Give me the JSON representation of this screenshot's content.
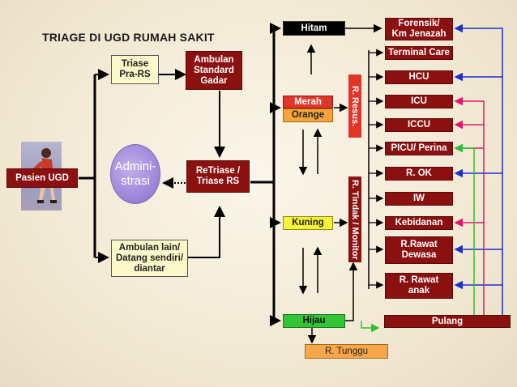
{
  "title": "TRIAGE DI UGD RUMAH SAKIT",
  "nodes": {
    "pasien": "Pasien UGD",
    "triase_pra": "Triase\nPra-RS",
    "ambulan_standard": "Ambulan\nStandard\nGadar",
    "administrasi": "Admini-\nstrasi",
    "retriase": "ReTriase /\nTriase RS",
    "ambulan_lain": "Ambulan lain/\nDatang sendiri/\ndiantar",
    "hitam": "Hitam",
    "merah": "Merah",
    "orange": "Orange",
    "kuning": "Kuning",
    "hijau": "Hijau",
    "tunggu": "R. Tunggu",
    "resus": "R. Resus.",
    "tindak": "R. Tindak / Monitor"
  },
  "destinations": [
    "Forensik/\nKm Jenazah",
    "Terminal Care",
    "HCU",
    "ICU",
    "ICCU",
    "PICU/ Perina",
    "R. OK",
    "IW",
    "Kebidanan",
    "R.Rawat\nDewasa",
    "R. Rawat\nanak",
    "Pulang"
  ],
  "colors": {
    "dark_red": "#8b1010",
    "pale_yellow": "#fbf9c9",
    "merah": "#e2352a",
    "orange": "#f7a53a",
    "kuning": "#f4f23a",
    "hijau": "#33c43a",
    "blue_arrow": "#1a2fd0",
    "pink_arrow": "#e0166a",
    "green_arrow": "#2fbf33"
  }
}
